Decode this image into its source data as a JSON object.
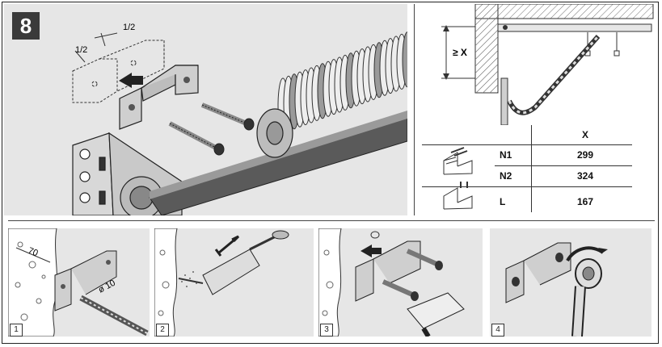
{
  "step_number": "8",
  "top_left": {
    "dim_half_1": "1/2",
    "dim_half_2": "1/2"
  },
  "top_right": {
    "dim_label": "≥ X",
    "table": {
      "header": "X",
      "rows": [
        {
          "label": "N1",
          "value": "299"
        },
        {
          "label": "N2",
          "value": "324"
        },
        {
          "label": "L",
          "value": "167"
        }
      ]
    }
  },
  "substeps": [
    {
      "number": "1",
      "dim_70": "70",
      "dim_dia": "ø 10"
    },
    {
      "number": "2"
    },
    {
      "number": "3"
    },
    {
      "number": "4"
    }
  ]
}
